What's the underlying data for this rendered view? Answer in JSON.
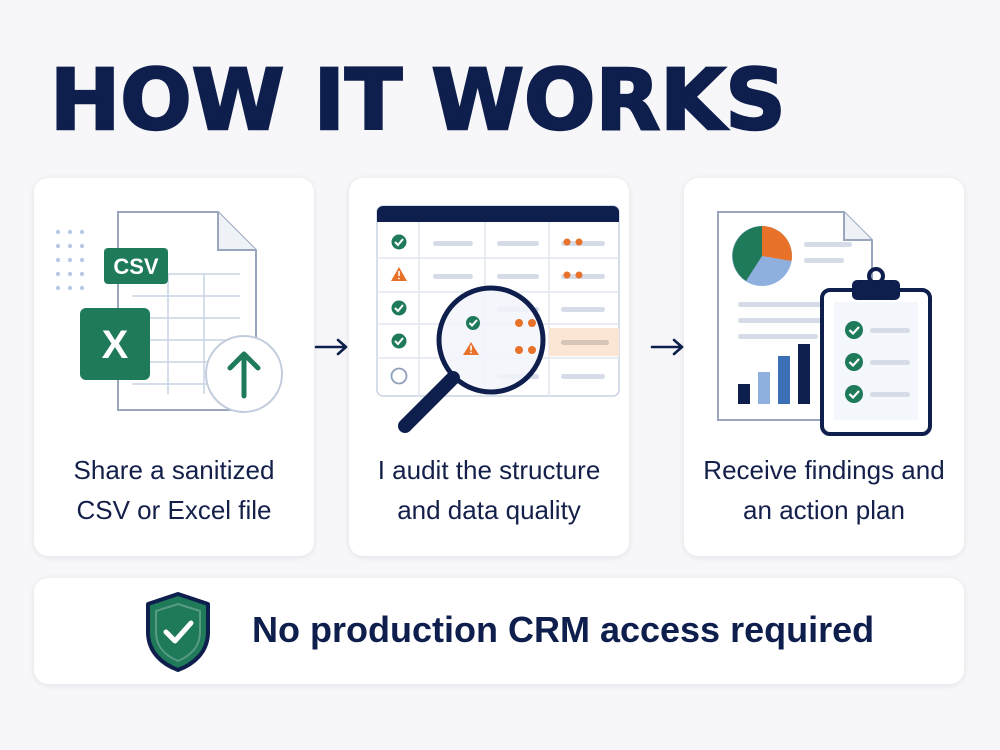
{
  "title": "HOW IT WORKS",
  "steps": [
    {
      "line1": "Share a sanitized",
      "line2": "CSV or Excel file",
      "badge": "CSV",
      "excel_letter": "X"
    },
    {
      "line1": "I audit the structure",
      "line2": "and data quality"
    },
    {
      "line1": "Receive findings and",
      "line2": "an action plan"
    }
  ],
  "banner": {
    "text": "No production CRM access required"
  },
  "colors": {
    "navy": "#0f1f4d",
    "green": "#1f7a5a",
    "orange": "#e8722a",
    "blue": "#3b6fb6",
    "light_blue": "#8fb0de"
  },
  "icons": {
    "step1": "spreadsheet-upload-icon",
    "step2": "magnifier-audit-icon",
    "step3": "report-clipboard-icon",
    "arrow": "arrow-right-icon",
    "banner": "shield-check-icon"
  }
}
